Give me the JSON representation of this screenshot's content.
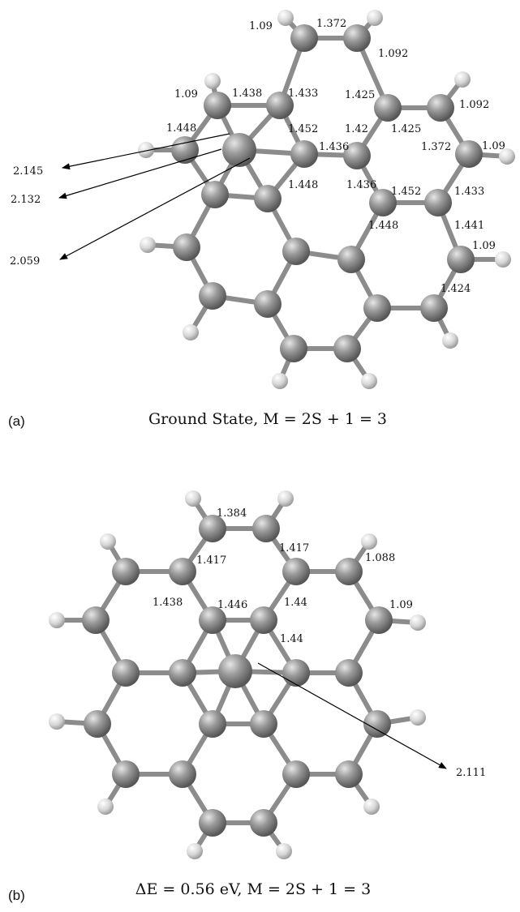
{
  "panel_a": {
    "label": "(a)",
    "caption": "Ground State, M = 2S + 1 = 3",
    "bond_labels": [
      "1.09",
      "1.372",
      "1.092",
      "1.09",
      "1.438",
      "1.433",
      "1.425",
      "1.092",
      "1.448",
      "1.452",
      "1.42",
      "1.425",
      "1.436",
      "1.372",
      "1.09",
      "1.448",
      "1.436",
      "1.452",
      "1.433",
      "1.441",
      "1.448",
      "1.09",
      "1.424"
    ],
    "pointer_labels": [
      "2.145",
      "2.132",
      "2.059"
    ]
  },
  "panel_b": {
    "label": "(b)",
    "caption": "ΔE = 0.56 eV, M = 2S + 1 = 3",
    "bond_labels": [
      "1.384",
      "1.417",
      "1.417",
      "1.088",
      "1.438",
      "1.446",
      "1.44",
      "1.09",
      "1.44"
    ],
    "pointer_labels": [
      "2.111"
    ]
  },
  "colors": {
    "carbon": "#8a8a8a",
    "hydrogen": "#d9d9d9",
    "bond": "#8c8c8c"
  }
}
